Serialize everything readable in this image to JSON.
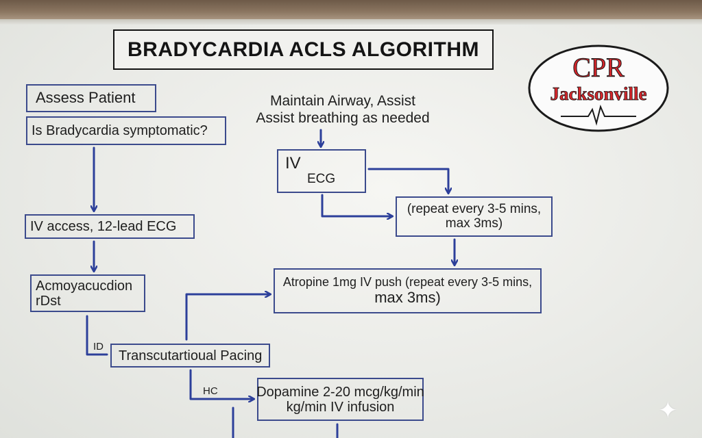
{
  "title": "BRADYCARDIA ACLS ALGORITHM",
  "logo": {
    "line1": "CPR",
    "line2": "Jacksonville",
    "primary_color": "#d7262b",
    "outline_color": "#1a1a1a"
  },
  "left_column": {
    "assess": "Assess Patient",
    "question": "Is Bradycardia symptomatic?",
    "iv_access": "IV access, 12-lead ECG",
    "box3_line1": "Acmoyacucdion",
    "box3_line2": "rDst",
    "label_id": "ID",
    "pacing": "Transcutartioual Pacing",
    "label_hc": "HC"
  },
  "right_column": {
    "airway_line1": "Maintain Airway, Assist",
    "airway_line2": "Assist breathing as needed",
    "iv_label": "IV",
    "ecg_label": "ECG",
    "repeat_line1": "(repeat every 3-5 mins,",
    "repeat_line2": "max 3ms)",
    "atropine_line1": "Atropine 1mg IV push (repeat every 3-5 mins,",
    "atropine_line2": "max 3ms)",
    "dopamine_line1": "Dopamine 2-20 mcg/kg/min",
    "dopamine_line2": "kg/min IV infusion"
  },
  "colors": {
    "arrow": "#2c3f9a",
    "box_border": "#3b4a8c"
  },
  "icons": {
    "watermark": "sparkle-icon"
  }
}
